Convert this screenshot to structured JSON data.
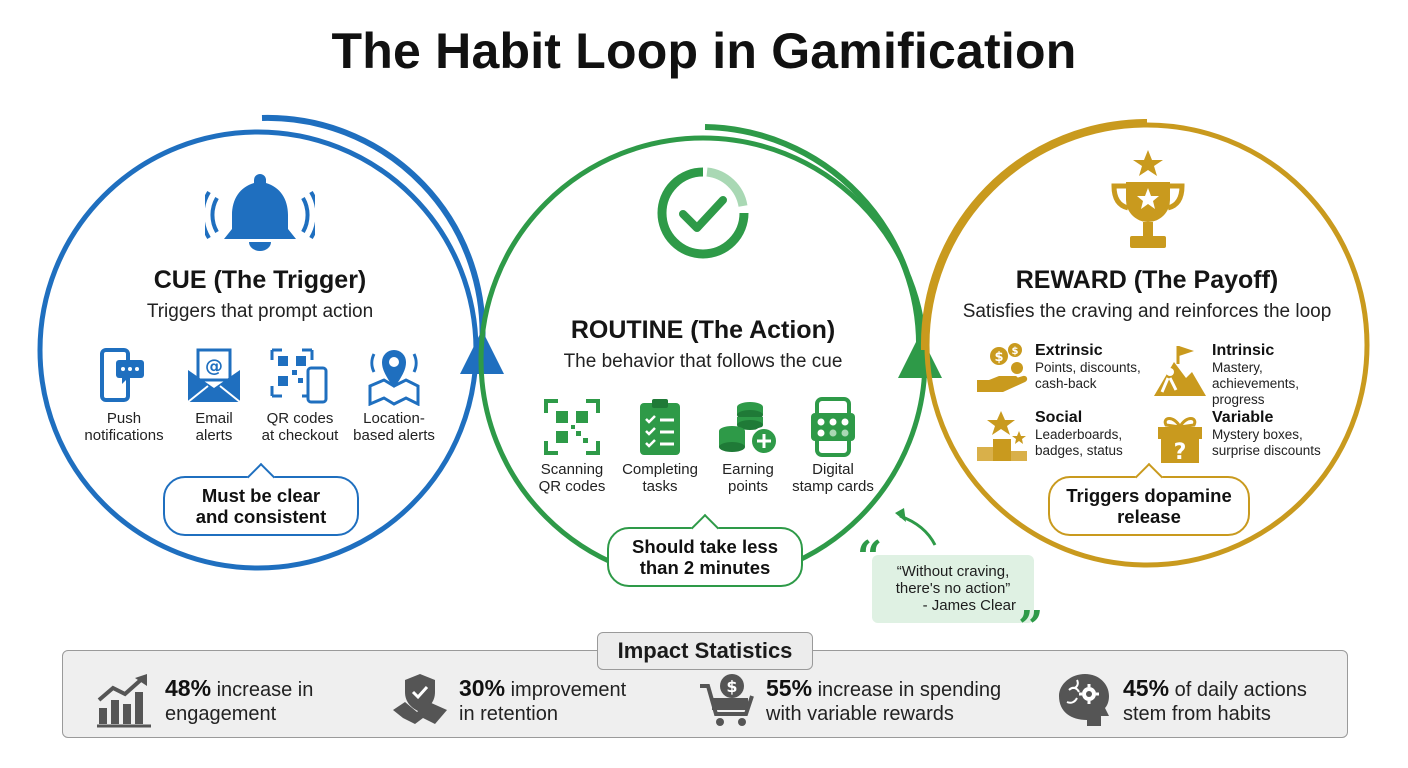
{
  "title": "The Habit Loop in Gamification",
  "colors": {
    "cue": "#1f6fbf",
    "routine": "#2e9a48",
    "reward": "#c99a1e",
    "stats_icon": "#555555"
  },
  "cue": {
    "heading": "CUE (The Trigger)",
    "subtitle": "Triggers that prompt action",
    "items": [
      {
        "icon": "phone-chat-icon",
        "line1": "Push",
        "line2": "notifications"
      },
      {
        "icon": "email-envelope-icon",
        "line1": "Email",
        "line2": "alerts"
      },
      {
        "icon": "qr-phone-icon",
        "line1": "QR codes",
        "line2": "at checkout"
      },
      {
        "icon": "map-pin-icon",
        "line1": "Location-",
        "line2": "based alerts"
      }
    ],
    "callout_line1": "Must be clear",
    "callout_line2": "and consistent"
  },
  "routine": {
    "heading": "ROUTINE (The Action)",
    "subtitle": "The behavior that follows the cue",
    "items": [
      {
        "icon": "qr-scan-icon",
        "line1": "Scanning",
        "line2": "QR codes"
      },
      {
        "icon": "clipboard-checklist-icon",
        "line1": "Completing",
        "line2": "tasks"
      },
      {
        "icon": "coins-plus-icon",
        "line1": "Earning",
        "line2": "points"
      },
      {
        "icon": "stamp-card-phone-icon",
        "line1": "Digital",
        "line2": "stamp cards"
      }
    ],
    "callout_line1": "Should take less",
    "callout_line2": "than 2 minutes"
  },
  "reward": {
    "heading": "REWARD (The Payoff)",
    "subtitle": "Satisfies the craving and reinforces the loop",
    "items": [
      {
        "icon": "hand-coins-icon",
        "title": "Extrinsic",
        "desc1": "Points, discounts,",
        "desc2": "cash-back"
      },
      {
        "icon": "mountain-flag-icon",
        "title": "Intrinsic",
        "desc1": "Mastery, achievements,",
        "desc2": "progress"
      },
      {
        "icon": "podium-icon",
        "title": "Social",
        "desc1": "Leaderboards,",
        "desc2": "badges, status"
      },
      {
        "icon": "mystery-gift-icon",
        "title": "Variable",
        "desc1": "Mystery boxes,",
        "desc2": "surprise discounts"
      }
    ],
    "callout_line1": "Triggers dopamine",
    "callout_line2": "release"
  },
  "quote": {
    "line1": "“Without craving,",
    "line2": "there's no action”",
    "author": "- James Clear"
  },
  "stats": {
    "title": "Impact Statistics",
    "items": [
      {
        "icon": "growth-chart-icon",
        "value": "48%",
        "text1": "increase in",
        "text2": "engagement"
      },
      {
        "icon": "handshake-shield-icon",
        "value": "30%",
        "text1": "improvement",
        "text2": "in retention"
      },
      {
        "icon": "cart-dollar-icon",
        "value": "55%",
        "text1": "increase in spending",
        "text2": "with variable rewards"
      },
      {
        "icon": "brain-gear-icon",
        "value": "45%",
        "text1": "of daily actions",
        "text2": "stem from habits"
      }
    ]
  }
}
